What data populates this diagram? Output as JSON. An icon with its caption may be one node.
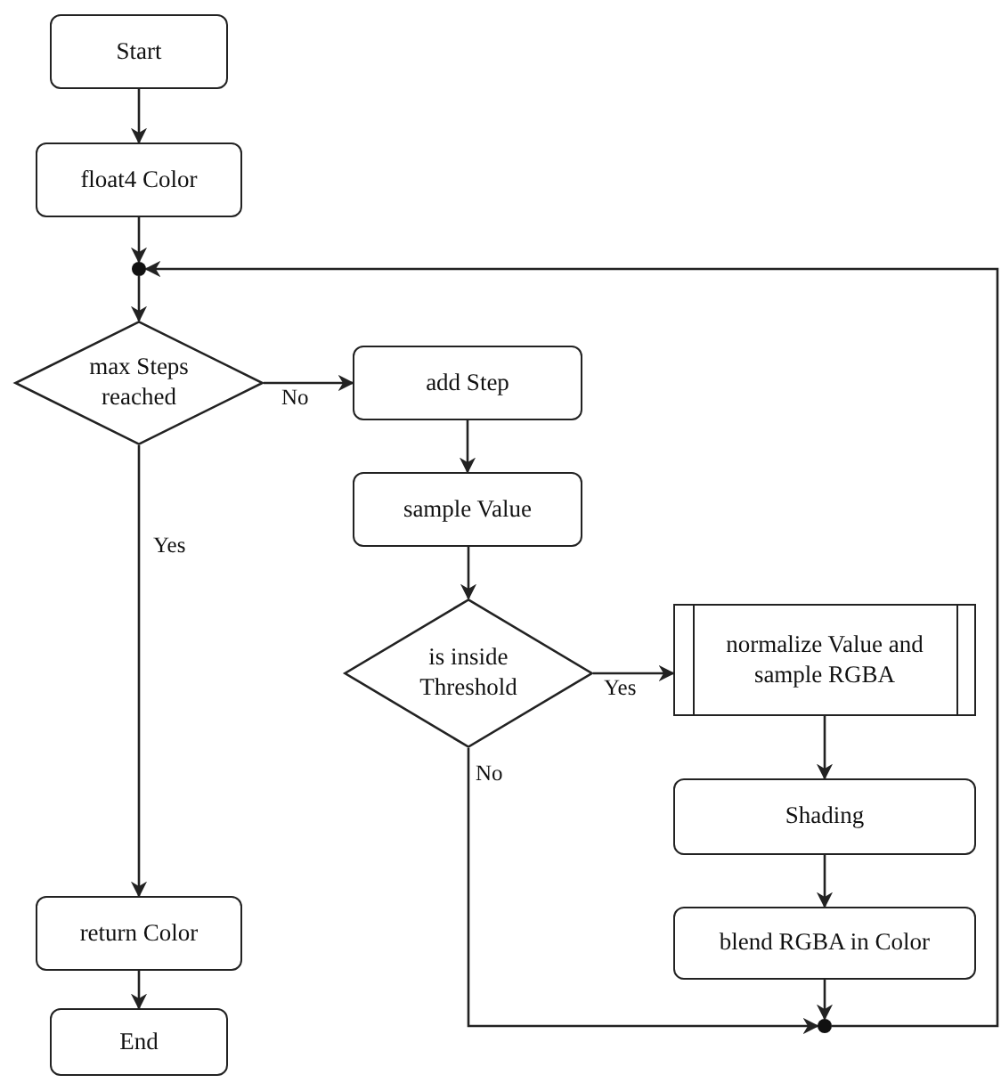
{
  "diagram": {
    "nodes": [
      {
        "text": [
          "Start"
        ]
      },
      {
        "text": [
          "float4 Color"
        ]
      },
      {
        "text": [],
        "shape": "circle"
      },
      {
        "text": [
          "max Steps reached"
        ]
      },
      {
        "text": [
          "add Step"
        ]
      },
      {
        "text": [
          "sample Value"
        ]
      },
      {
        "text": [
          "is inside Threshold"
        ]
      },
      {
        "text": [
          "normalize Value and sample RGBA"
        ]
      },
      {
        "text": [
          "Shading"
        ]
      },
      {
        "text": [
          "blend RGBA in Color"
        ]
      },
      {
        "text": [
          "return Color"
        ]
      },
      {
        "text": [
          "End"
        ]
      },
      {
        "text": [],
        "shape": "circle"
      }
    ],
    "edges": [
      {
        "from": 0,
        "to": 1,
        "arrow": "to"
      },
      {
        "from": 1,
        "to": 2,
        "arrow": "to"
      },
      {
        "from": 2,
        "to": 3,
        "arrow": "to"
      },
      {
        "from": 3,
        "to": 4,
        "arrow": "to",
        "label": "No"
      },
      {
        "from": 4,
        "to": 5,
        "arrow": "to"
      },
      {
        "from": 5,
        "to": 6,
        "arrow": "to"
      },
      {
        "from": 6,
        "to": 7,
        "arrow": "to",
        "label": "Yes"
      },
      {
        "from": 7,
        "to": 8,
        "arrow": "to"
      },
      {
        "from": 8,
        "to": 9,
        "arrow": "to"
      },
      {
        "from": 9,
        "to": 12,
        "arrow": "to"
      },
      {
        "from": 6,
        "to": 12,
        "arrow": "to",
        "label": "No"
      },
      {
        "from": 12,
        "to": 2,
        "arrow": "to"
      },
      {
        "from": 3,
        "to": 10,
        "arrow": "to",
        "label": "Yes"
      },
      {
        "from": 10,
        "to": 11,
        "arrow": "to"
      }
    ]
  }
}
